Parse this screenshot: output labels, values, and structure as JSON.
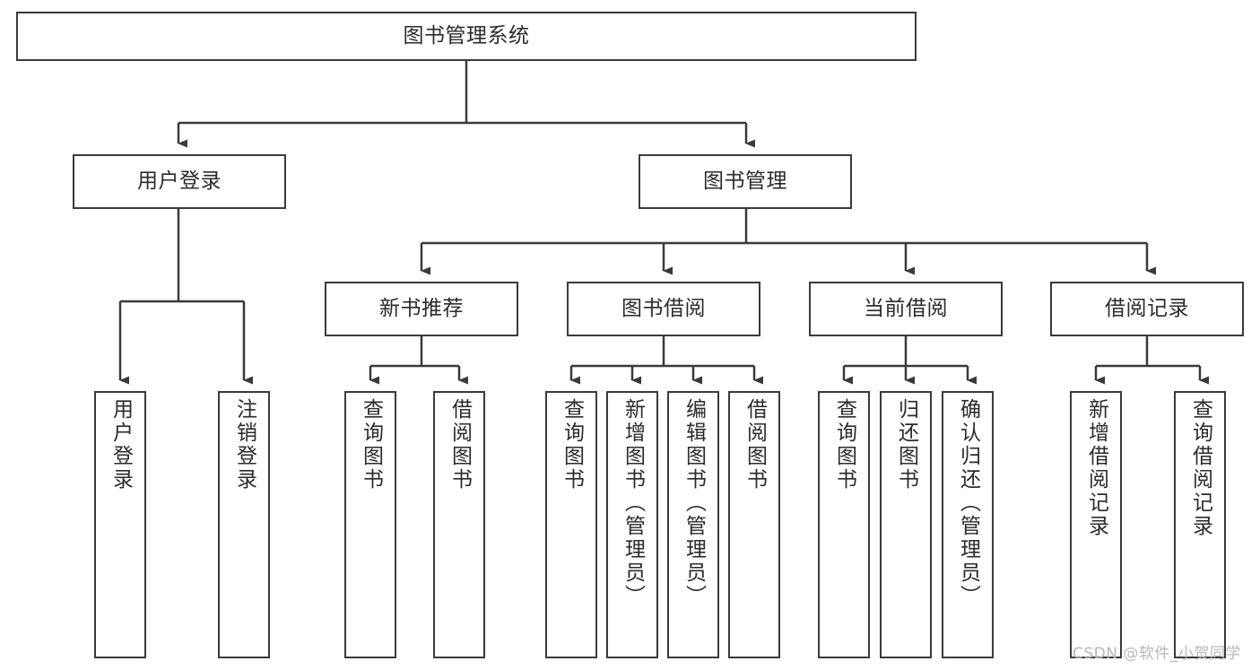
{
  "diagram": {
    "title": "图书管理系统",
    "type": "tree",
    "root": {
      "label": "图书管理系统"
    },
    "level1": [
      {
        "label": "用户登录"
      },
      {
        "label": "图书管理"
      }
    ],
    "level2": [
      {
        "label": "新书推荐"
      },
      {
        "label": "图书借阅"
      },
      {
        "label": "当前借阅"
      },
      {
        "label": "借阅记录"
      }
    ],
    "leaves": {
      "user_login": [
        {
          "label": "用户登录"
        },
        {
          "label": "注销登录"
        }
      ],
      "new_book": [
        {
          "label": "查询图书"
        },
        {
          "label": "借阅图书"
        }
      ],
      "borrow_book": [
        {
          "label": "查询图书"
        },
        {
          "label": "新增图书（管理员）"
        },
        {
          "label": "编辑图书（管理员）"
        },
        {
          "label": "借阅图书"
        }
      ],
      "current_borrow": [
        {
          "label": "查询图书"
        },
        {
          "label": "归还图书"
        },
        {
          "label": "确认归还（管理员）"
        }
      ],
      "borrow_record": [
        {
          "label": "新增借阅记录"
        },
        {
          "label": "查询借阅记录"
        }
      ]
    }
  },
  "watermark": {
    "text": "CSDN @软件_小贺同学"
  },
  "colors": {
    "stroke": "#3a3a3a",
    "text": "#2b2b2b",
    "background": "#ffffff",
    "watermark": "#b9b9b9"
  }
}
